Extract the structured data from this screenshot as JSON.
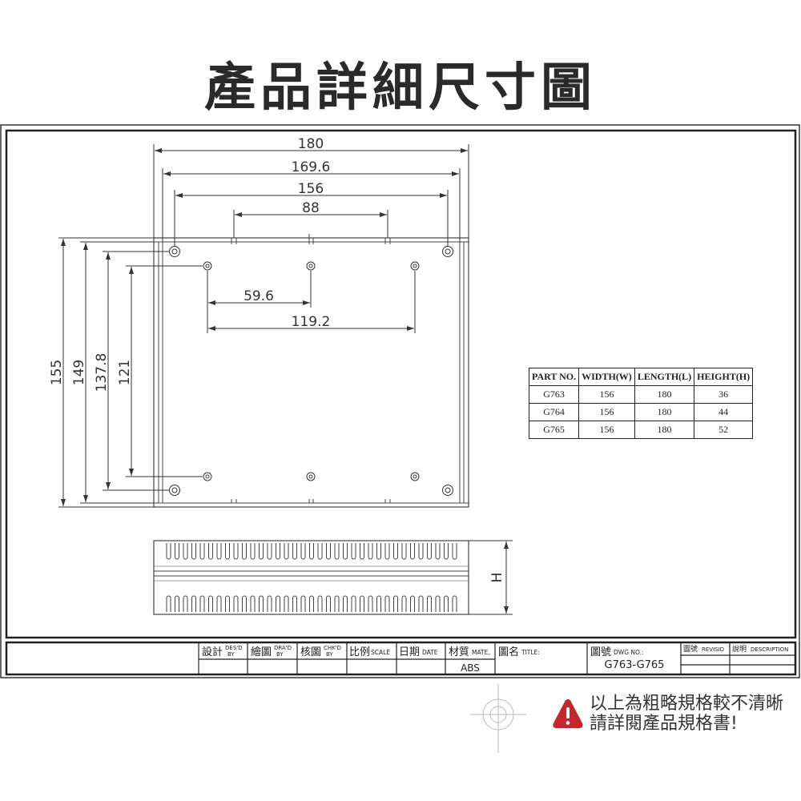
{
  "page_title": "產品詳細尺寸圖",
  "dimensions": {
    "top": [
      "180",
      "169.6",
      "156",
      "88"
    ],
    "inner": [
      "59.6",
      "119.2"
    ],
    "side": [
      "155",
      "149",
      "137.8",
      "121"
    ],
    "height_symbol": "H"
  },
  "spec_table": {
    "headers": [
      "PART NO.",
      "WIDTH(W)",
      "LENGTH(L)",
      "HEIGHT(H)"
    ],
    "rows": [
      [
        "G763",
        "156",
        "180",
        "36"
      ],
      [
        "G764",
        "156",
        "180",
        "44"
      ],
      [
        "G765",
        "156",
        "180",
        "52"
      ]
    ]
  },
  "title_block": {
    "designed": {
      "zh": "設計",
      "en_top": "DES'D",
      "en_bottom": "BY"
    },
    "drawn": {
      "zh": "繪圖",
      "en_top": "DRA'D",
      "en_bottom": "BY"
    },
    "checked": {
      "zh": "核圖",
      "en_top": "CHK'D",
      "en_bottom": "BY"
    },
    "scale": {
      "zh": "比例",
      "en": "SCALE"
    },
    "date": {
      "zh": "日期",
      "en": "DATE"
    },
    "material": {
      "zh": "材質",
      "en": "MATE.",
      "value": "ABS"
    },
    "title": {
      "zh": "圖名",
      "en": "TITLE:"
    },
    "dwg_no": {
      "zh": "圖號",
      "en": "DWG NO.:",
      "value": "G763-G765"
    },
    "revision": {
      "zh": "圖號",
      "en": "REVISID"
    },
    "description": {
      "zh": "說明",
      "en": "DESCRIPTION"
    }
  },
  "notice": {
    "line1": "以上為粗略規格較不清晰",
    "line2": "請詳閱產品規格書!"
  },
  "colors": {
    "line": "#333333",
    "warning": "#c0282d"
  },
  "icons": [
    "warning-icon",
    "crosshair-target-icon"
  ]
}
